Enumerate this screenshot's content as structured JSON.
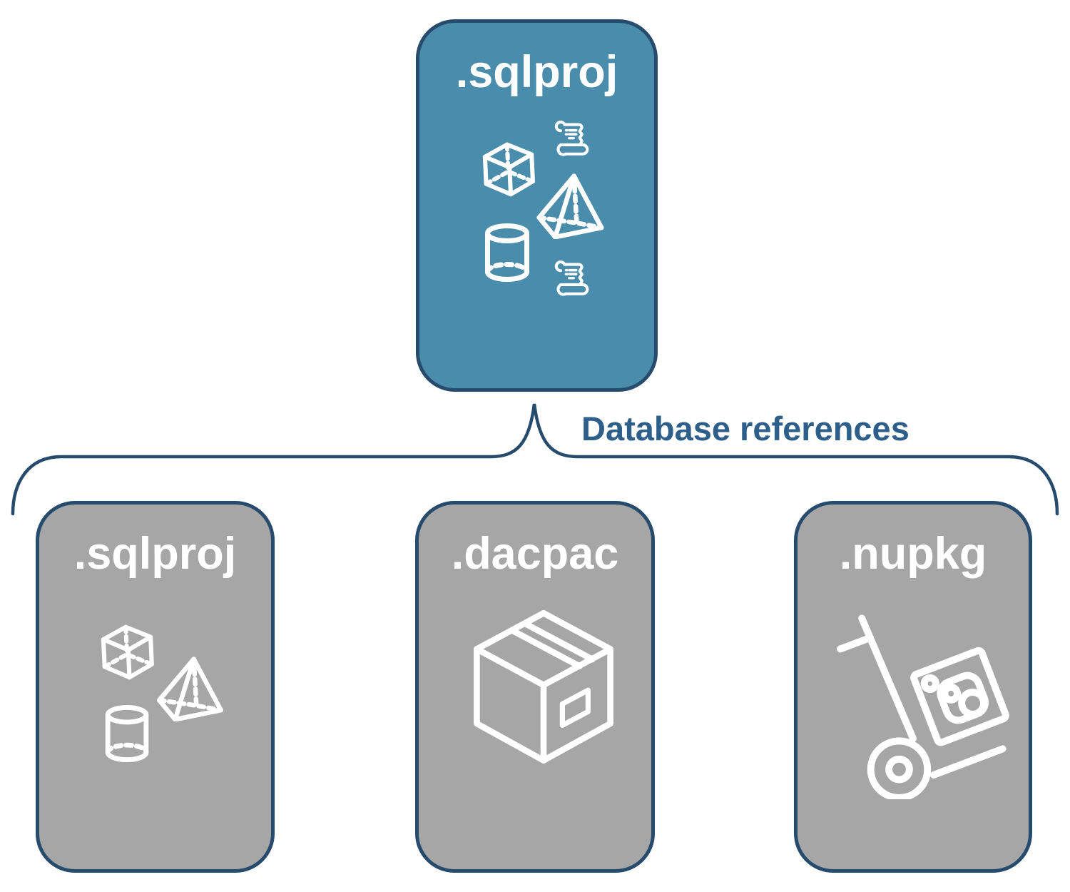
{
  "diagram": {
    "root": {
      "label": ".sqlproj",
      "icons": [
        "scroll-icon",
        "cube-icon",
        "pyramid-icon",
        "cylinder-icon",
        "scroll-icon"
      ]
    },
    "connector": {
      "label": "Database references"
    },
    "children": [
      {
        "label": ".sqlproj",
        "icons": [
          "cube-icon",
          "pyramid-icon",
          "cylinder-icon"
        ]
      },
      {
        "label": ".dacpac",
        "icons": [
          "package-icon"
        ]
      },
      {
        "label": ".nupkg",
        "icons": [
          "hand-truck-icon",
          "nuget-logo"
        ]
      }
    ]
  },
  "colors": {
    "root_fill": "#4a8cab",
    "node_border": "#274b6d",
    "child_fill": "#a6a6a6",
    "connector_label_color": "#2e5f8a",
    "icon_stroke": "#ffffff",
    "background": "#ffffff"
  }
}
